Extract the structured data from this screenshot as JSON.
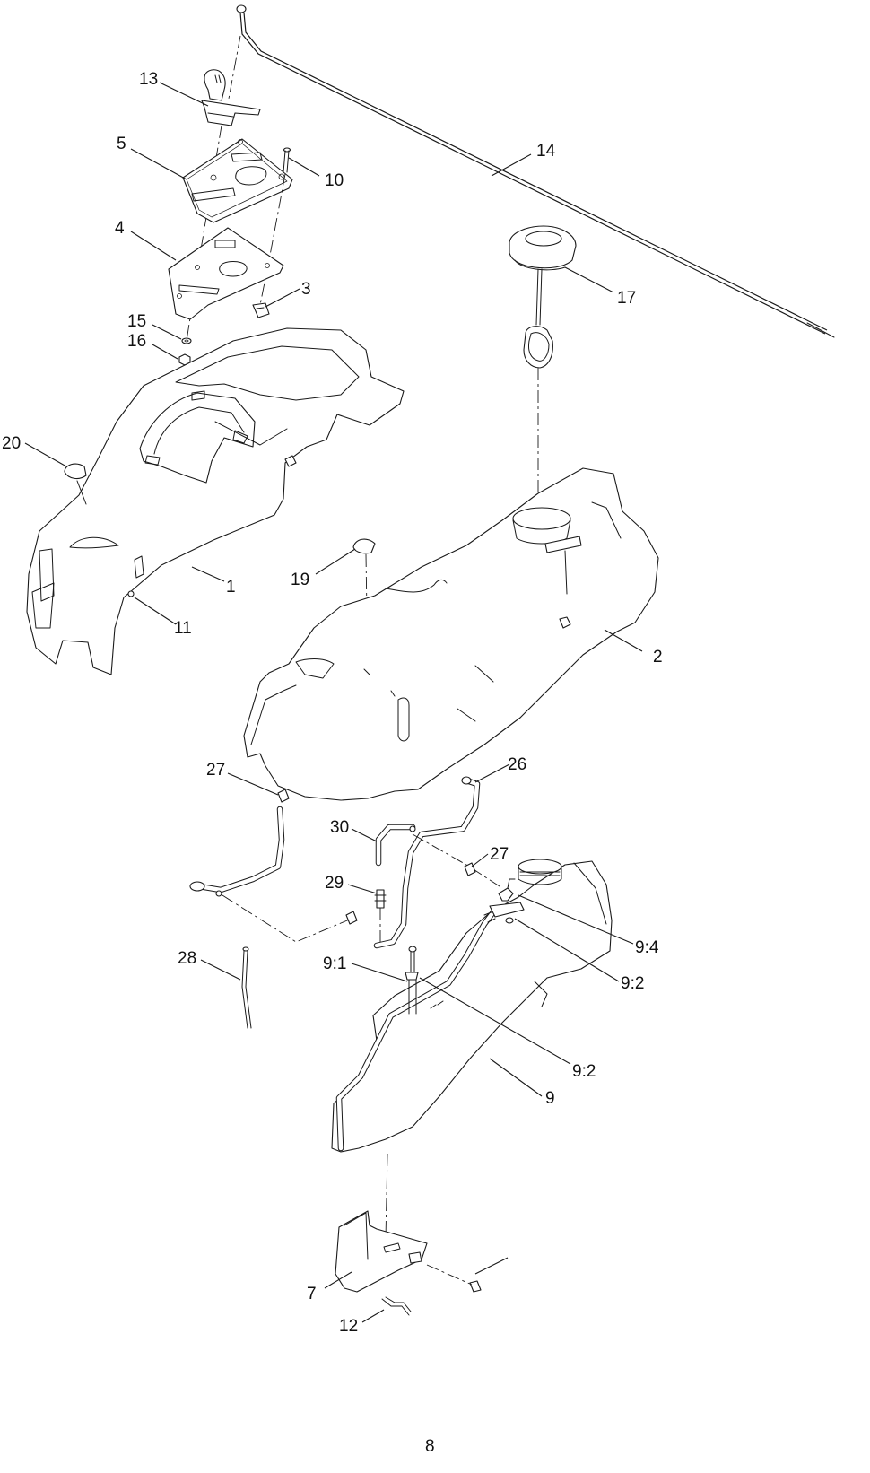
{
  "page_number": "8",
  "callouts": {
    "c13": "13",
    "c5": "5",
    "c10": "10",
    "c14": "14",
    "c4": "4",
    "c3": "3",
    "c17": "17",
    "c15": "15",
    "c16": "16",
    "c20": "20",
    "c1": "1",
    "c11": "11",
    "c19": "19",
    "c2": "2",
    "c27a": "27",
    "c26": "26",
    "c30": "30",
    "c27b": "27",
    "c29": "29",
    "c9_4": "9:4",
    "c28": "28",
    "c9_1": "9:1",
    "c9_2a": "9:2",
    "c9_2b": "9:2",
    "c9": "9",
    "c7": "7",
    "c12": "12"
  }
}
